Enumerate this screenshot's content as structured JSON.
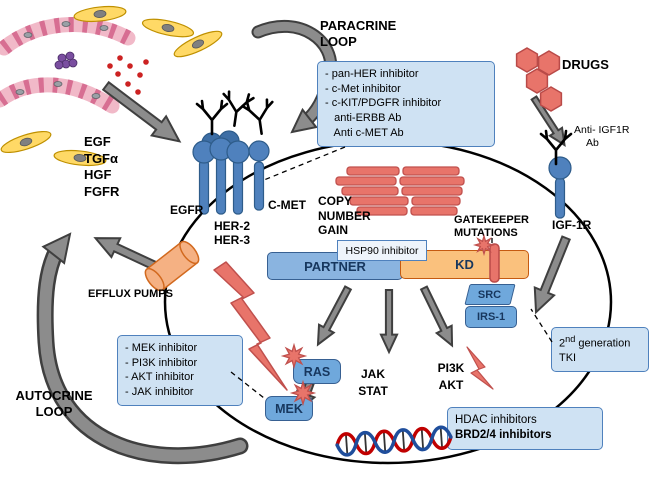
{
  "diagram": {
    "paracrine": {
      "line1": "PARACRINE",
      "line2": "LOOP"
    },
    "autocrine": {
      "line1": "AUTOCRINE",
      "line2": "LOOP"
    },
    "drugs_label": "DRUGS",
    "anti_igf1r": {
      "line1": "Anti- IGF1R",
      "line2": "Ab"
    },
    "ligands": [
      "EGF",
      "TGFα",
      "HGF",
      "FGFR"
    ],
    "receptors": {
      "egfr": "EGFR",
      "her2": "HER-2",
      "her3": "HER-3",
      "cmet": "C-MET",
      "igf1r": "IGF-1R"
    },
    "copy_number": {
      "line1": "COPY",
      "line2": "NUMBER",
      "line3": "GAIN"
    },
    "gatekeeper": {
      "line1": "GATEKEEPER",
      "line2": "MUTATIONS"
    },
    "complex": {
      "partner": "PARTNER",
      "hsp90": "HSP90 inhibitor",
      "kd": "KD"
    },
    "nodes": {
      "src": "SRC",
      "irs1": "IRS-1",
      "ras": "RAS",
      "mek": "MEK",
      "jak": "JAK",
      "stat": "STAT",
      "pi3k": "PI3K",
      "akt": "AKT"
    },
    "efflux": "EFFLUX PUMPS",
    "tki": {
      "num": "2",
      "sup": "nd",
      "rest": " generation",
      "line2": "TKI"
    },
    "boxes": {
      "receptor_inhibitors": [
        "- pan-HER inhibitor",
        "- c-Met inhibitor",
        "- c-KIT/PDGFR inhibitor",
        "   anti-ERBB Ab",
        "   Anti c-MET Ab"
      ],
      "downstream_inhibitors": [
        "- MEK inhibitor",
        "- PI3K inhibitor",
        "- AKT inhibitor",
        "- JAK inhibitor"
      ],
      "epigenetic": {
        "line1": "HDAC inhibitors",
        "line2": "BRD2/4 inhibitors"
      }
    },
    "colors": {
      "info_box_fill": "#cfe2f3",
      "info_box_border": "#4f81bd",
      "node_blue": "#6fa8dc",
      "node_text_navy": "#17375e",
      "kd_orange": "#fac17d",
      "red": "#e8746a",
      "red_dark": "#b94a48",
      "arrow_gray": "#8c8c8c",
      "membrane_black": "#000000"
    }
  }
}
